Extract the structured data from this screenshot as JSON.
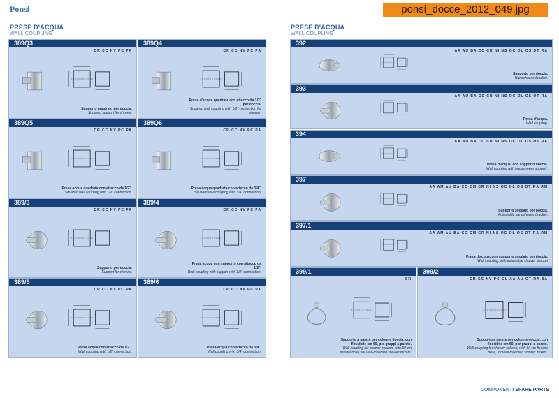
{
  "brand": "Ponsi",
  "filename": "ponsi_docce_2012_049.jpg",
  "left": {
    "title": "PRESE D'ACQUA",
    "subtitle": "WALL COUPLING",
    "cards": [
      {
        "code": "389Q3",
        "finishes": "CR CC NV PC PA",
        "it": "Supporto quadrato per doccia.",
        "en": "Squared support for shower."
      },
      {
        "code": "389Q4",
        "finishes": "CR CC NV PC PA",
        "it": "Presa d'acqua quadrata con attacco da 1/2\" per doccia.",
        "en": "Squared wall coupling with 1/2\" connection for shower."
      },
      {
        "code": "389Q5",
        "finishes": "CR CC NV PC PA",
        "it": "Presa acqua quadrata con attacco da 1/2\".",
        "en": "Squared wall coupling with 1/2\" connection."
      },
      {
        "code": "389Q6",
        "finishes": "CR CC NV PC PA",
        "it": "Presa acqua quadrata con attacco da 3/4\".",
        "en": "Squared wall coupling with 3/4\" connection."
      },
      {
        "code": "389/3",
        "finishes": "CR CC NV PC PA",
        "it": "Supporto per doccia.",
        "en": "Support for shower."
      },
      {
        "code": "389/4",
        "finishes": "CR CC NV PC PA",
        "it": "Presa acqua con supporto con attacco da 1/2\".",
        "en": "Wall coupling with support with 1/2\" connection."
      },
      {
        "code": "389/5",
        "finishes": "CR CC NV PC PA",
        "it": "Presa acqua con attacco da 1/2\".",
        "en": "Wall coupling with 1/2\" connection."
      },
      {
        "code": "389/6",
        "finishes": "CR CC NV PC PA",
        "it": "Presa acqua con attacco da 3/4\".",
        "en": "Wall coupling with 3/4\" connection."
      }
    ]
  },
  "right": {
    "title": "PRESE D'ACQUA",
    "subtitle": "WALL COUPLING",
    "cards": [
      {
        "code": "392",
        "finishes": "AA AU BA CC CR NI NS OC OL OS OT RA",
        "it": "Supporto per doccia.",
        "en": "Handshower bracket."
      },
      {
        "code": "393",
        "finishes": "AA AU BA CC CR NI NS OC OL OS OT RA",
        "it": "Presa d'acqua.",
        "en": "Wall coupling."
      },
      {
        "code": "394",
        "finishes": "AA AU BA CC CR NI NS OC OL OS OT RA",
        "it": "Presa d'acqua, con supporto doccia.",
        "en": "Wall coupling with handshower support."
      },
      {
        "code": "397",
        "finishes": "AA AM AU BA CC CM CR NI NS OC OL OS OT RA RM",
        "it": "Supporto snodato per doccia.",
        "en": "Adjustable handshower bracket."
      },
      {
        "code": "397/1",
        "finishes": "AA AM AU BA CC CM CR NI NS OC OL OS OT RA RM",
        "it": "Presa d'acqua, con supporto snodato per doccia.",
        "en": "Wall coupling, with adjustable shower bracket"
      },
      {
        "code": "399/1",
        "finishes": "CR",
        "it": "Supporto a parete per colonne doccia, con flessibile cm 60, per gruppi a parete.",
        "en": "Wall coupling for shower column, with 60 cm flexible hose, for wall-mounted shower mixers."
      },
      {
        "code": "399/2",
        "finishes": "CR CC NV PC OL AA AU OT RA BA",
        "it": "Supporto a parete per colonne doccia, con flessibile cm 60, per gruppi a parete.",
        "en": "Wall coupling for shower column, with 60 cm flexible hose, for wall-mounted shower mixers."
      }
    ]
  },
  "footer": {
    "component": "COMPONENTI",
    "spare": "SPARE PARTS"
  }
}
